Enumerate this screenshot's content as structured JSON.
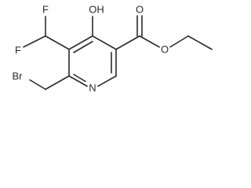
{
  "atoms": {
    "f_top": "F",
    "f_left": "F",
    "hydroxyl": "OH",
    "ring_nitrogen": "N",
    "carbonyl_oxygen": "O",
    "ester_oxygen": "O",
    "bromine": "Br"
  },
  "colors": {
    "bond": "#2a2a2a",
    "background": "#ffffff"
  }
}
